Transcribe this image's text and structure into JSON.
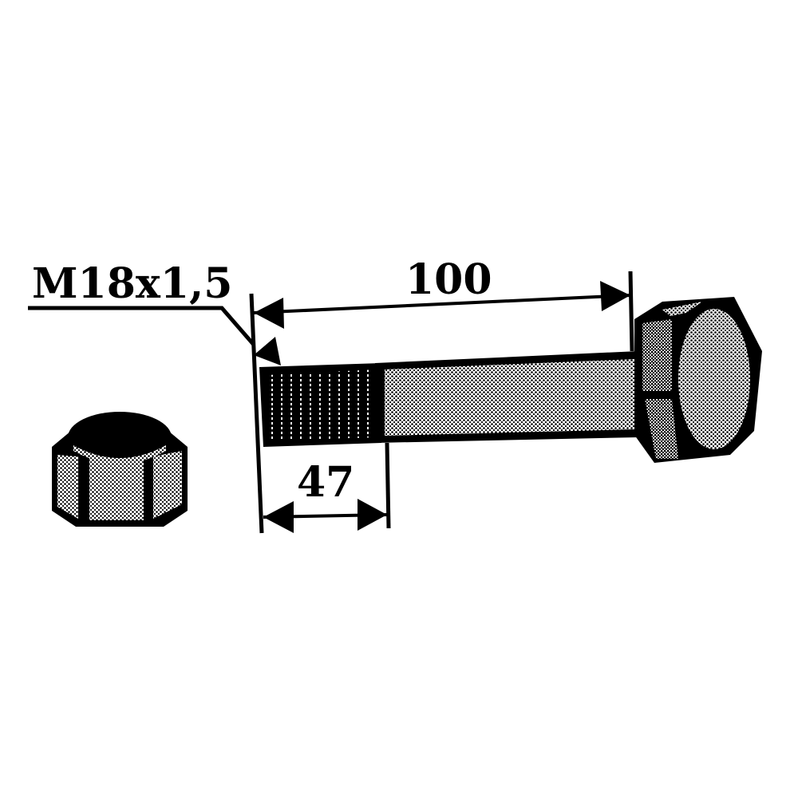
{
  "diagram": {
    "type": "technical-drawing",
    "subject": "hex bolt with lock nut",
    "labels": {
      "thread_spec": "M18x1,5",
      "total_length": "100",
      "thread_length": "47"
    },
    "parts": [
      {
        "name": "lock-nut",
        "description": "Hex lock nut with nylon collar"
      },
      {
        "name": "hex-bolt",
        "description": "Hex head bolt, partially threaded"
      }
    ],
    "colors": {
      "ink": "#000000",
      "paper": "#ffffff",
      "halftone": "#8a8a8a",
      "halftone_light": "#b4b4b4"
    }
  }
}
